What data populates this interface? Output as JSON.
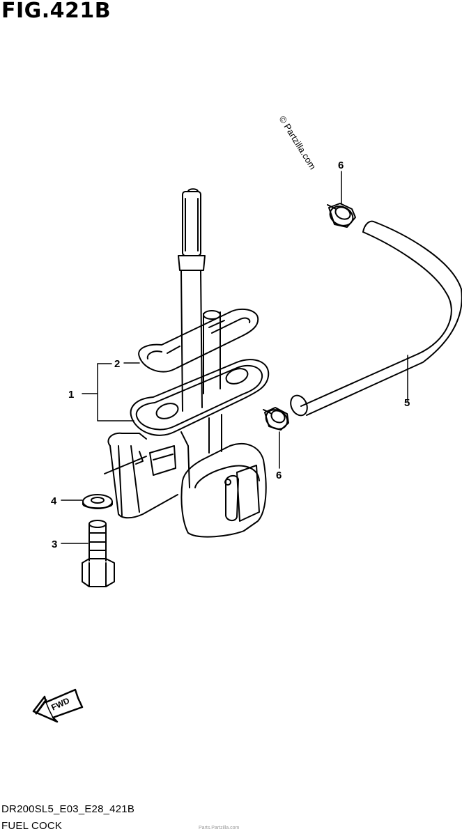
{
  "figure_title": "FIG.421B",
  "watermark": "© Partzilla.com",
  "callouts": {
    "c1": "1",
    "c2": "2",
    "c3": "3",
    "c4": "4",
    "c5": "5",
    "c6a": "6",
    "c6b": "6"
  },
  "direction_arrow": "FWD",
  "footer": {
    "model_code": "DR200SL5_E03_E28_421B",
    "section_name": "FUEL COCK",
    "faint_text": "Parts.Partzilla.com"
  },
  "colors": {
    "ink": "#000000",
    "background": "#ffffff"
  }
}
